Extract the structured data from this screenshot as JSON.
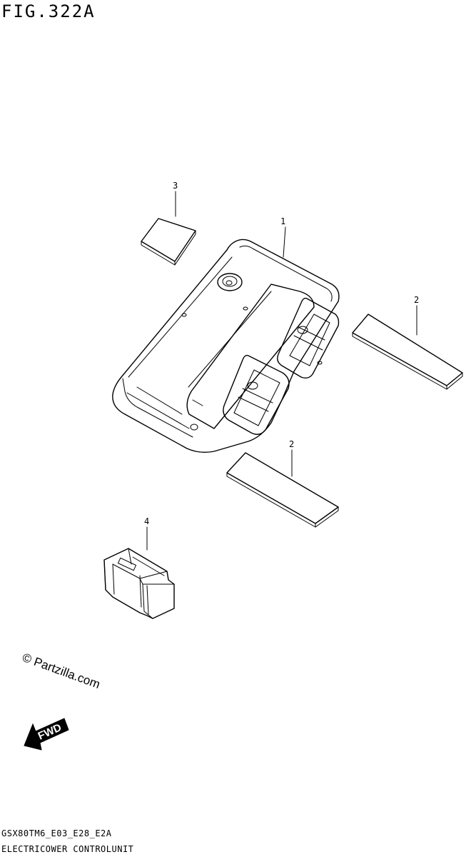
{
  "figure": {
    "title": "FIG.322A"
  },
  "callouts": {
    "ecu": "1",
    "pad_upper": "2",
    "pad_lower": "2",
    "cushion": "3",
    "relay": "4"
  },
  "watermark": {
    "text": "© Partzilla.com"
  },
  "direction_arrow": {
    "label": "FWD"
  },
  "footer": {
    "model_code": "GSX80TM6_E03_E28_E2A",
    "section_name": "ELECTRICOWER CONTROLUNIT"
  }
}
